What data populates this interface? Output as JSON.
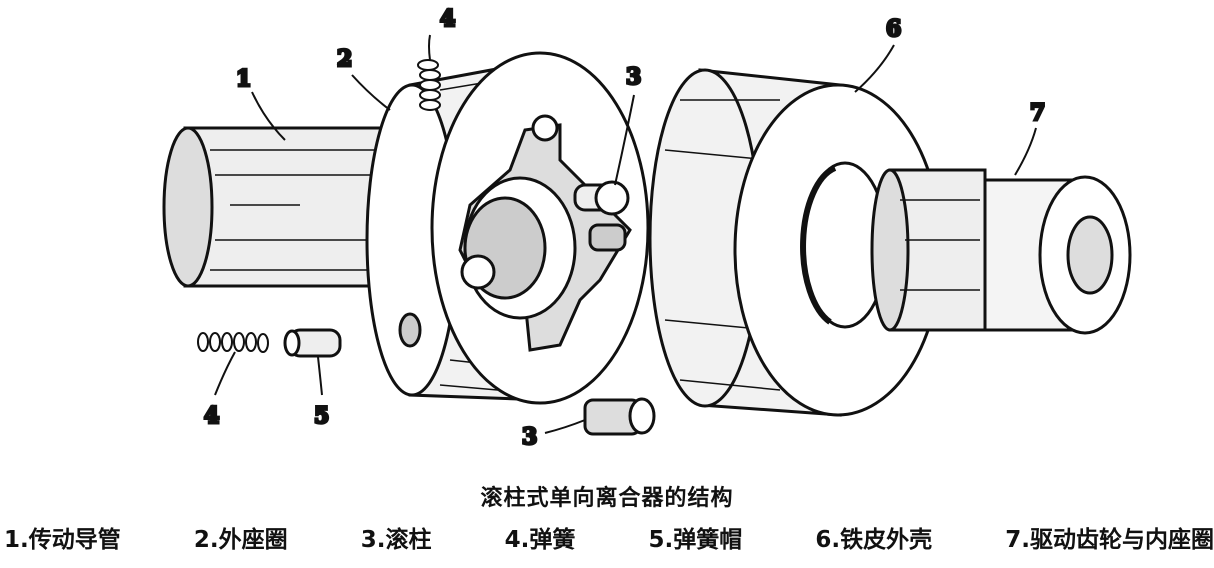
{
  "figure": {
    "callouts": [
      "1",
      "2",
      "3",
      "4",
      "5",
      "6",
      "7",
      "3",
      "4"
    ],
    "caption": "滚柱式单向离合器的结构",
    "legend": [
      "1.传动导管",
      "2.外座圈",
      "3.滚柱",
      "4.弹簧",
      "5.弹簧帽",
      "6.铁皮外壳",
      "7.驱动齿轮与内座圈"
    ]
  }
}
